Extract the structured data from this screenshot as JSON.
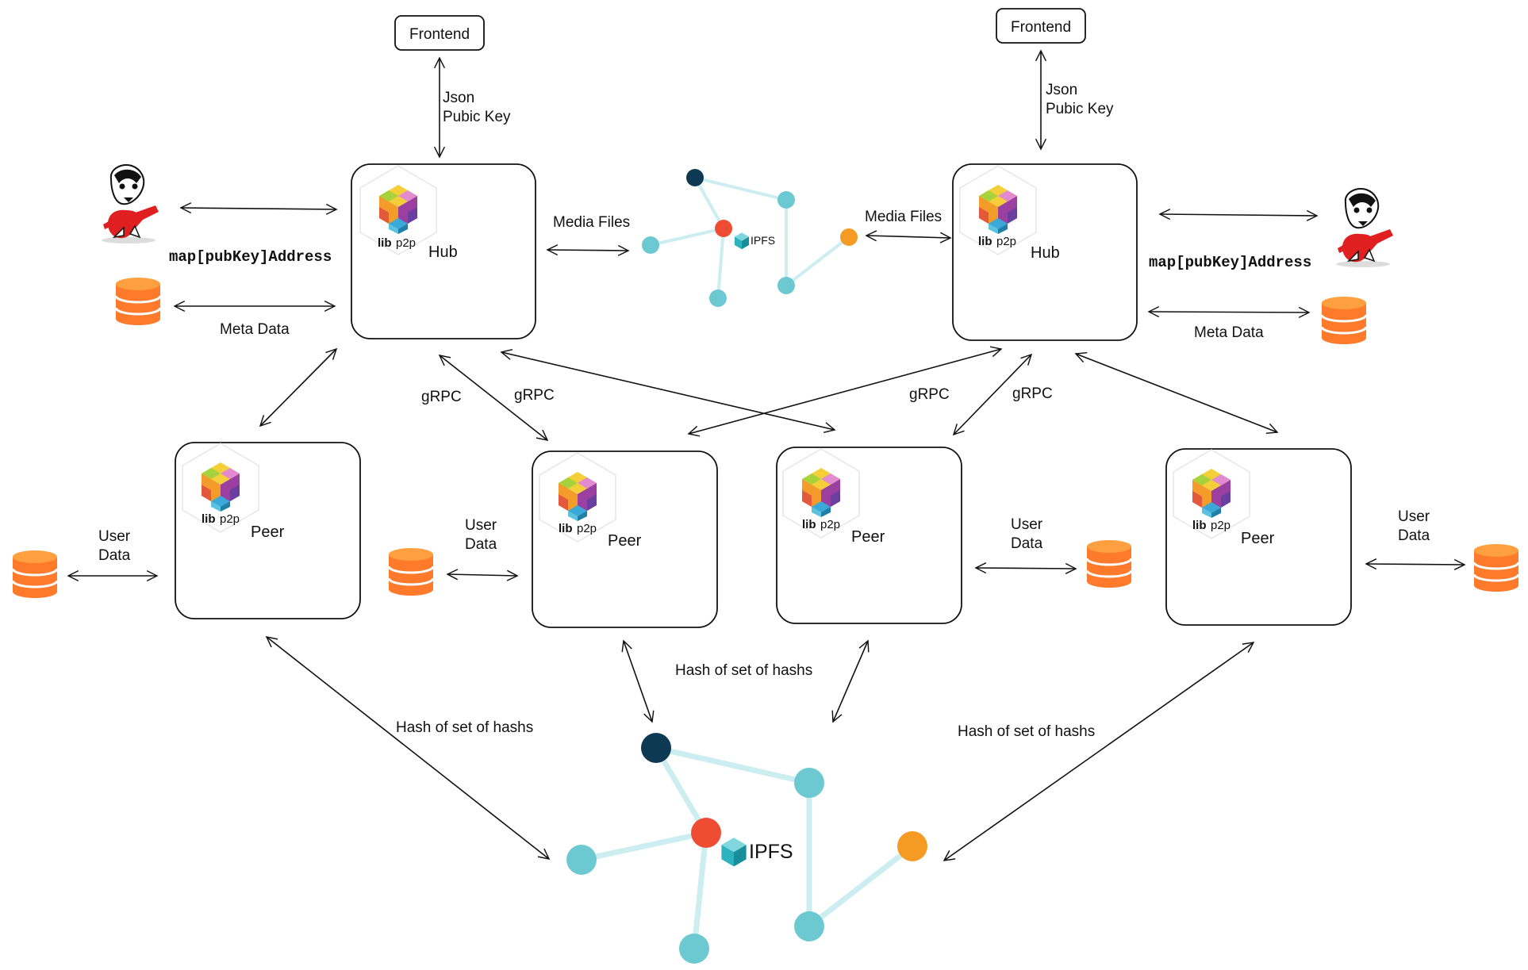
{
  "frontend": {
    "label": "Frontend"
  },
  "frontend_link": {
    "line1": "Json",
    "line2": "Pubic Key"
  },
  "hub": {
    "label": "Hub",
    "logo_text_lib": "lib",
    "logo_text_p2p": "p2p"
  },
  "peer": {
    "label": "Peer"
  },
  "links": {
    "media_files": "Media Files",
    "map_address": "map[pubKey]Address",
    "meta_data": "Meta Data",
    "grpc": "gRPC",
    "user_data_line1": "User",
    "user_data_line2": "Data",
    "hash_of_hashes": "Hash of set of hashs"
  },
  "ipfs": {
    "label": "IPFS"
  },
  "colors": {
    "node_dark": "#0d3a52",
    "node_teal": "#6cc9d1",
    "node_red": "#ee4d33",
    "node_orange": "#f59a23",
    "edge": "#cdeef1",
    "db_orange": "#ff7a2a",
    "db_light": "#ffa040"
  }
}
